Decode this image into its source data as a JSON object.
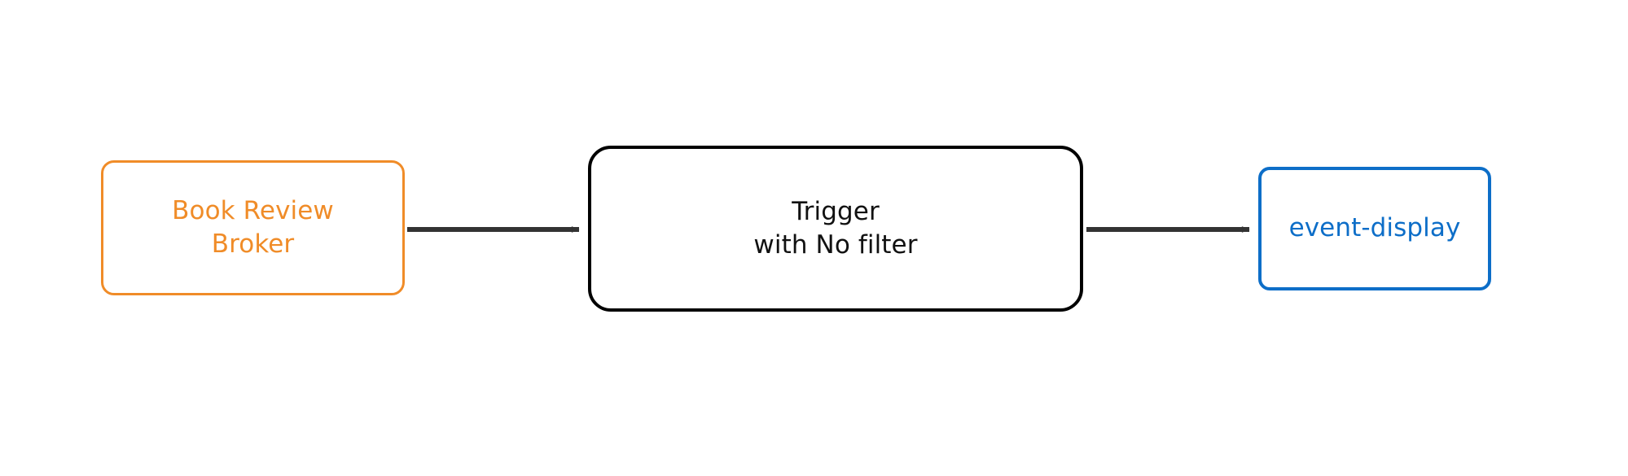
{
  "diagram": {
    "type": "flowchart",
    "direction": "left-to-right",
    "background_color": "#ffffff",
    "title": "",
    "nodes": [
      {
        "id": "broker",
        "label": "Book Review\nBroker",
        "line1": "Book Review",
        "line2": "Broker",
        "shape": "rounded-rectangle",
        "border_color": "#f08c28",
        "text_color": "#f08c28",
        "fill_color": "#ffffff",
        "role": "source"
      },
      {
        "id": "trigger",
        "label": "Trigger\nwith No filter",
        "line1": "Trigger",
        "line2": "with No filter",
        "shape": "rounded-rectangle",
        "border_color": "#000000",
        "text_color": "#111111",
        "fill_color": "#ffffff",
        "role": "processor"
      },
      {
        "id": "event-display",
        "label": "event-display",
        "line1": "event-display",
        "line2": "",
        "shape": "rounded-rectangle",
        "border_color": "#0d6ec8",
        "text_color": "#0d6ec8",
        "fill_color": "#ffffff",
        "role": "sink"
      }
    ],
    "edges": [
      {
        "id": "edge-broker-trigger",
        "from": "broker",
        "to": "trigger",
        "label": "",
        "color": "#333333",
        "arrowhead": "filled-triangle"
      },
      {
        "id": "edge-trigger-event-display",
        "from": "trigger",
        "to": "event-display",
        "label": "",
        "color": "#333333",
        "arrowhead": "filled-triangle"
      }
    ]
  }
}
